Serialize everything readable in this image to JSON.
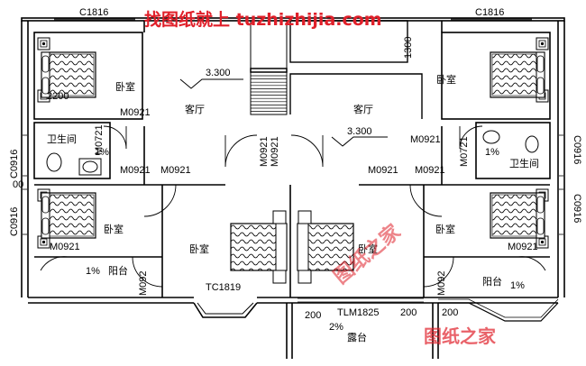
{
  "watermark": {
    "header": "找图纸就上 tuzhizhijia.com",
    "center": "图纸之家",
    "footer": "图纸之家",
    "color": "#e0202a"
  },
  "plan": {
    "levels": {
      "left": "3.300",
      "right": "3.300"
    },
    "windows": {
      "top_left": "C1816",
      "top_right": "C1816",
      "left_upper": "C0916",
      "left_lower": "C0916",
      "right_upper": "C0916",
      "right_lower": "C0916",
      "bay": "TC1819",
      "sliding_door": "TLM1825"
    },
    "doors": {
      "bed_tl": "M0921",
      "bath_l_side": "M0721",
      "bath_l": "M0921",
      "bed_bl_hall": "M0921",
      "bed_bl": "M0921",
      "stair_a": "M0921",
      "stair_b": "M0921",
      "bed_tr": "M0921",
      "bath_r_side": "M0721",
      "hall_r1": "M0921",
      "hall_r2": "M0921",
      "bed_br": "M0921",
      "balcony_l": "M092",
      "balcony_r": "M092"
    },
    "rooms": {
      "bed_tl": "卧室",
      "living_l": "客厅",
      "living_r": "客厅",
      "bed_tr": "卧室",
      "bath_l": "卫生间",
      "bath_r": "卫生间",
      "bed_bl": "卧室",
      "bed_bm": "卧室",
      "bed_bc": "卧室",
      "bed_br": "卧室",
      "balcony_l": "阳台",
      "balcony_r": "阳台",
      "terrace": "露台"
    },
    "dims": {
      "d2200": "2200",
      "d1300": "1300",
      "d200a": "200",
      "d200b": "200",
      "d200c": "200",
      "d00": "00"
    },
    "slopes": {
      "bath_l": "1%",
      "bath_r": "1%",
      "balcony_l": "1%",
      "balcony_r": "1%",
      "terrace": "2%"
    }
  },
  "colors": {
    "wall": "#000000",
    "dim": "#000000",
    "red": "#e0202a"
  }
}
